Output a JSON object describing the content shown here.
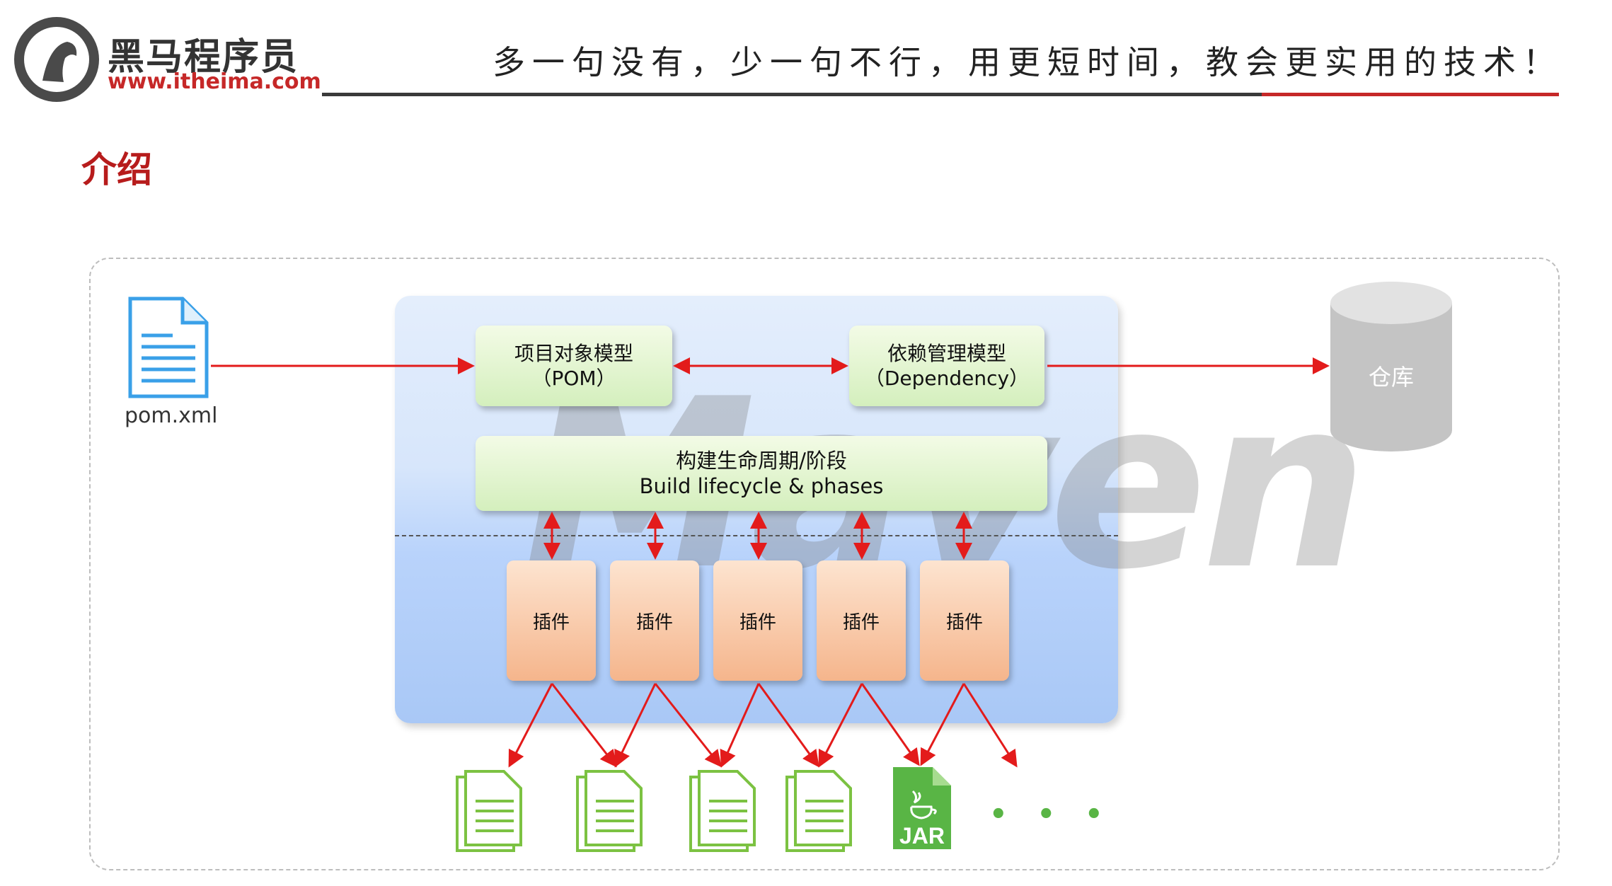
{
  "header": {
    "brand_name": "黑马程序员",
    "brand_url": "www.itheima.com",
    "slogan": "多一句没有，少一句不行，用更短时间，教会更实用的技术！"
  },
  "page_title": "介绍",
  "diagram": {
    "pom_file_label": "pom.xml",
    "watermark": "Maven",
    "pom_model": {
      "line1": "项目对象模型",
      "line2": "（POM）"
    },
    "dependency_model": {
      "line1": "依赖管理模型",
      "line2": "（Dependency）"
    },
    "lifecycle": {
      "line1": "构建生命周期/阶段",
      "line2": "Build lifecycle & phases"
    },
    "plugins": [
      "插件",
      "插件",
      "插件",
      "插件",
      "插件"
    ],
    "repository_label": "仓库",
    "jar_label": "JAR",
    "more": "• • •",
    "colors": {
      "arrow": "#e31b1b",
      "output_doc": "#7cc242",
      "file_icon": "#3aa0e8"
    }
  }
}
